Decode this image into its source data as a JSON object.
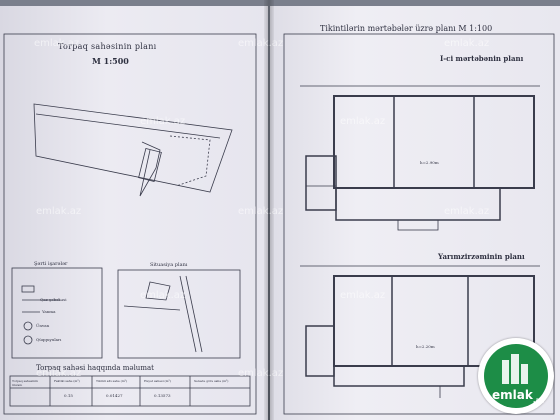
{
  "left_page": {
    "title": "Torpaq sahəsinin planı",
    "scale": "M 1:500",
    "legend_title": "Şərti işarələr",
    "legend_items": [
      "Qaz şəbəkəsi",
      "Yanma",
      "Ünvan",
      "Qüqquyuları"
    ],
    "situation_title": "Situasiya planı",
    "info_title": "Torpaq sahəsi haqqında məlumat",
    "table_headers": [
      "Torpaq sahəsinin ünvanı",
      "Faktiki sahə (m²)",
      "Tikinti altı sahə (m²)",
      "Həyət sahəsi (m²)",
      "Sənədə görə sahə (m²)"
    ],
    "table_values": [
      "",
      "0.15",
      "0.01427",
      "0.13573",
      ""
    ]
  },
  "right_page": {
    "title": "Tikintilərin mərtəbələr üzrə planı  M 1:100",
    "floor1_title": "I-ci mərtəbənin planı",
    "floor1_height": "h=2.90m",
    "basement_title": "Yarımzirzəminin planı",
    "basement_height": "h=2.20m"
  },
  "watermark": "emlak.az",
  "brand": {
    "name": "emlak",
    "suffix": ".az",
    "color": "#1d8d47"
  }
}
